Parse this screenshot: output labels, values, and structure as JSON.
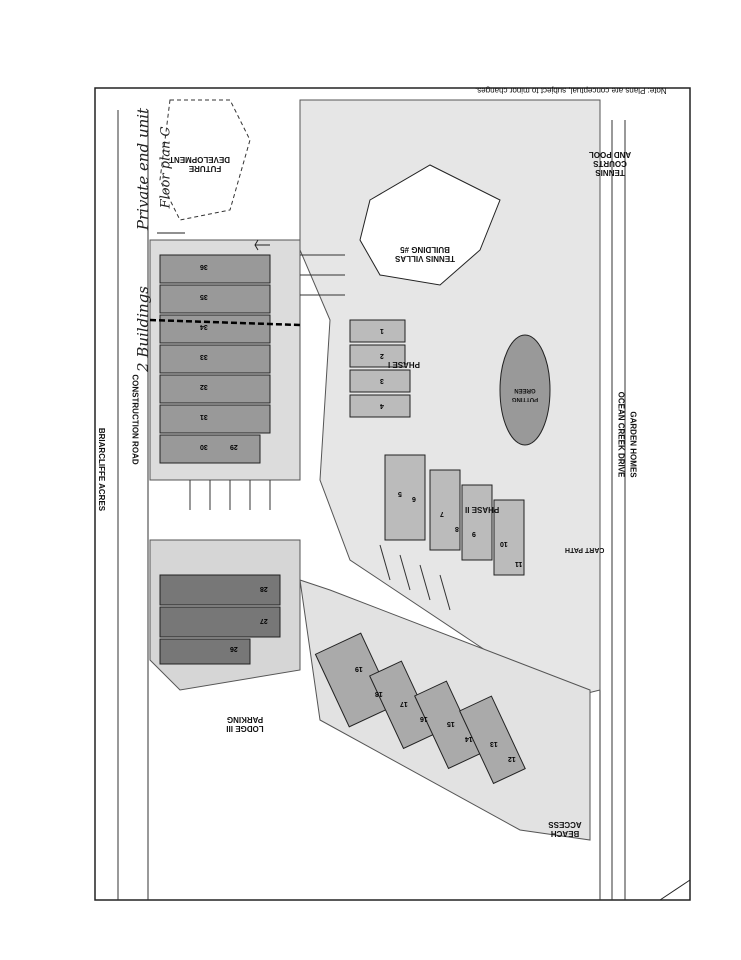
{
  "note": "Note: Plans are conceptual, subject to minor changes.",
  "labels": {
    "tennis_courts": "TENNIS COURTS AND POOL",
    "garden_homes": "GARDEN HOMES",
    "ocean_creek_drive": "OCEAN CREEK DRIVE",
    "cart_path": "CART PATH",
    "beach_access": "BEACH ACCESS",
    "tennis_villas": "TENNIS VILLAS BUILDING #5",
    "putting_green": "PUTTING GREEN",
    "phase_1": "PHASE I",
    "phase_2": "PHASE II",
    "future_development": "FUTURE DEVELOPMENT",
    "lodge_parking": "LODGE III PARKING",
    "construction_road": "CONSTRUCTION ROAD",
    "briarcliffe_acres": "BRIARCLIFFE ACRES"
  },
  "handwriting": {
    "private_end_unit": "Private end unit",
    "floor_plan": "Floor plan C",
    "two_buildings": "2 Buildings"
  },
  "units": {
    "phase1": [
      "1",
      "2",
      "3",
      "4"
    ],
    "phase2": [
      "5",
      "6",
      "7",
      "8",
      "9",
      "10",
      "11"
    ],
    "west": [
      "36",
      "35",
      "34",
      "33",
      "32",
      "31",
      "30",
      "29"
    ],
    "south_west": [
      "28",
      "27",
      "26"
    ],
    "south": [
      "19",
      "18",
      "17",
      "16",
      "15",
      "14",
      "13",
      "12"
    ]
  }
}
